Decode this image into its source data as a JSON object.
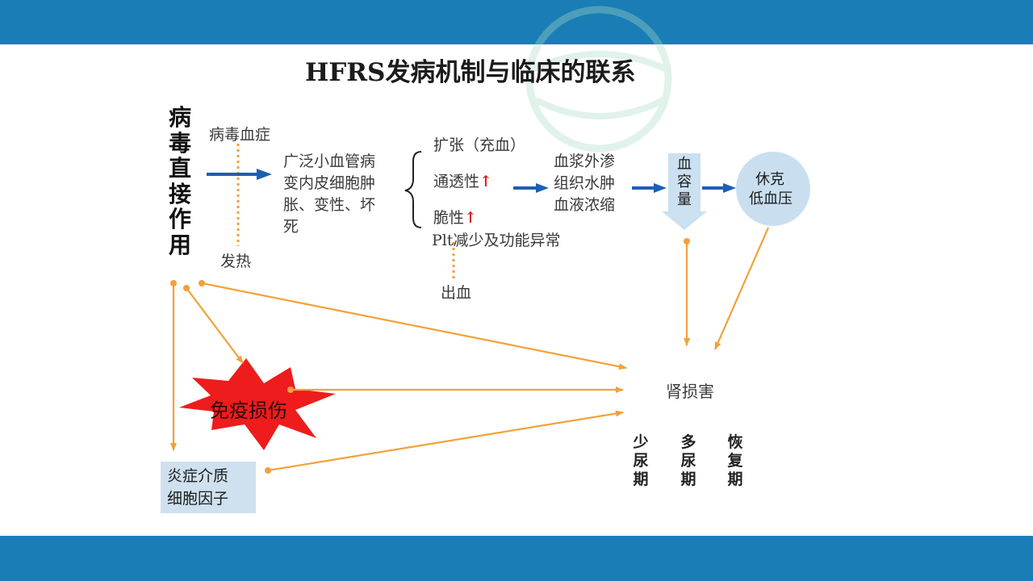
{
  "title": "HFRS发病机制与临床的联系",
  "direct_effect": "病毒直接作用",
  "viremia": "病毒血症",
  "fever": "发热",
  "vascular": [
    "广泛小血管病",
    "变内皮细胞肿",
    "胀、变性、坏",
    "死"
  ],
  "branch": {
    "dilation": "扩张（充血）",
    "permeability": "通透性",
    "fragility": "脆性",
    "up_arrow": "↑",
    "plt": "Plt减少及功能异常"
  },
  "bleeding": "出血",
  "plasma": [
    "血浆外渗",
    "组织水肿",
    "血液浓缩"
  ],
  "blood_volume": "血容量",
  "shock": [
    "休克",
    "低血压"
  ],
  "kidney": "肾损害",
  "immune": "免疫损伤",
  "inflammation": [
    "炎症介质",
    "细胞因子"
  ],
  "phases": [
    "少尿期",
    "多尿期",
    "恢复期"
  ],
  "colors": {
    "band": "#1a7db6",
    "arrow_blue": "#1b5fb5",
    "arrow_orange": "#f2a13a",
    "starburst": "#ee1c1c",
    "panel": "#cfe1ef"
  }
}
